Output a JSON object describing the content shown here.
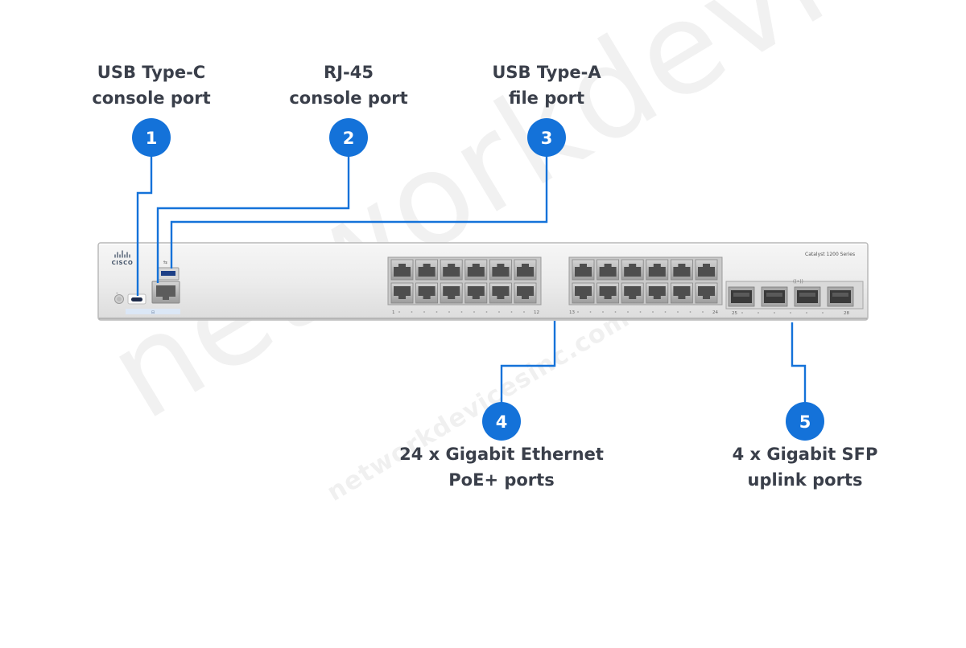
{
  "watermark": {
    "main": "networkdevices",
    "url": "networkdevicesinc.com"
  },
  "device": {
    "brand": "CISCO",
    "model": "Catalyst 1200 Series",
    "port_group_1": {
      "first": "1",
      "last": "12"
    },
    "port_group_2": {
      "first": "13",
      "last": "24"
    },
    "sfp_group": {
      "first": "25",
      "last": "28"
    }
  },
  "callouts": [
    {
      "number": "1",
      "line1": "USB Type-C",
      "line2": "console port"
    },
    {
      "number": "2",
      "line1": "RJ-45",
      "line2": "console port"
    },
    {
      "number": "3",
      "line1": "USB Type-A",
      "line2": "file port"
    },
    {
      "number": "4",
      "line1": "24 x Gigabit Ethernet",
      "line2": "PoE+ ports"
    },
    {
      "number": "5",
      "line1": "4 x Gigabit SFP",
      "line2": "uplink ports"
    }
  ],
  "colors": {
    "accent": "#1472d9",
    "label": "#3a3f4a",
    "chassis": "#ececec",
    "port_metal": "#b5b5b5"
  }
}
